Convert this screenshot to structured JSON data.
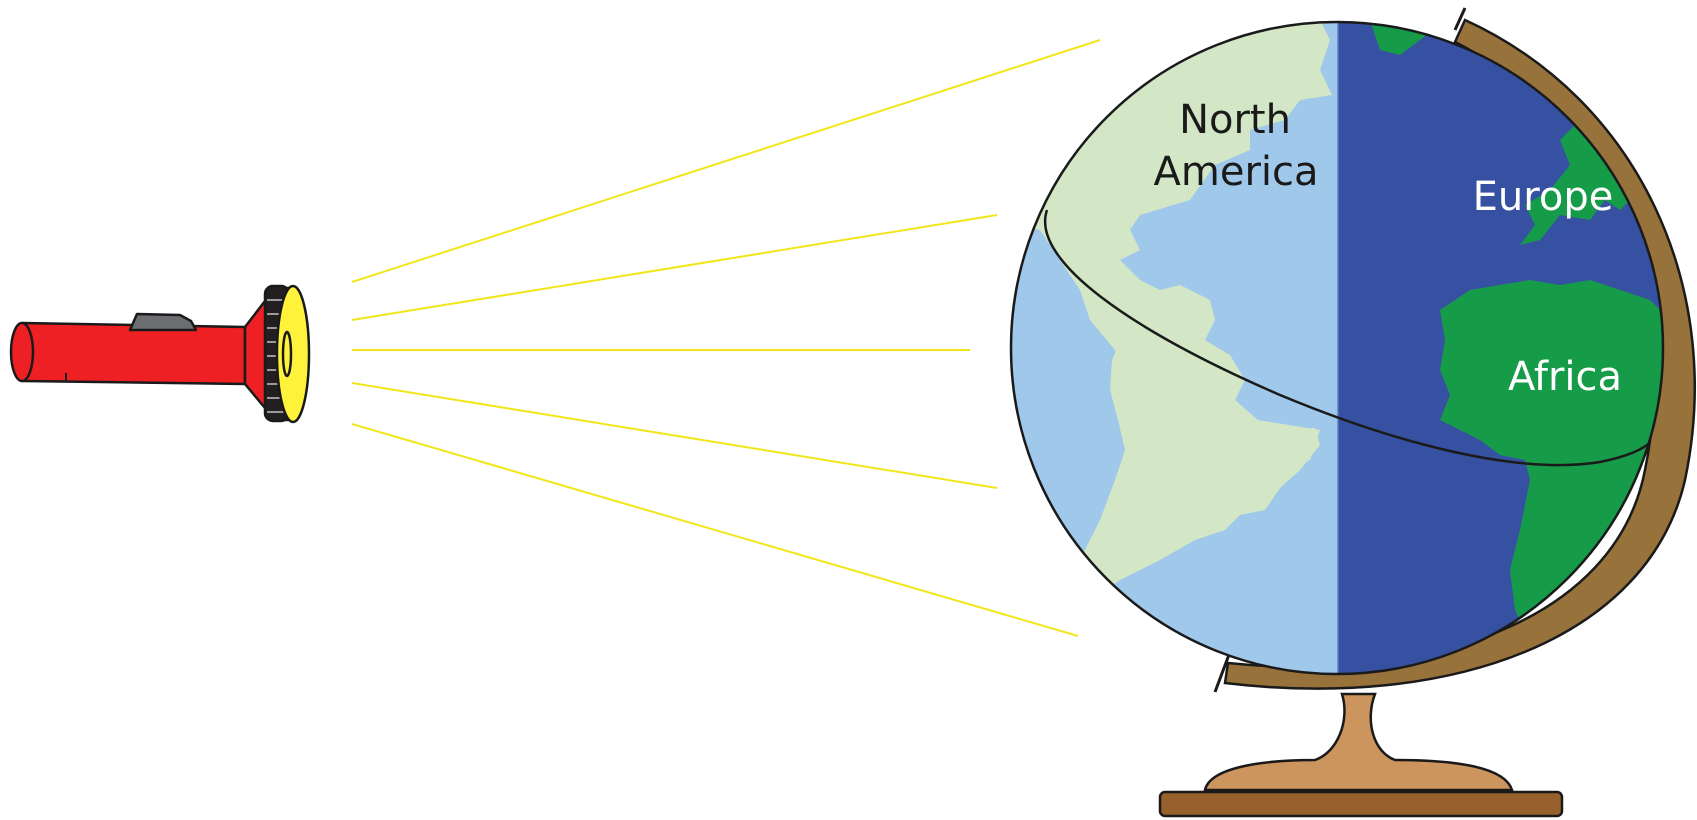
{
  "labels": {
    "north_america_line1": "North",
    "north_america_line2": "America",
    "europe": "Europe",
    "africa": "Africa"
  },
  "colors": {
    "flashlight_body": "#ee2024",
    "flashlight_lens": "#fff23a",
    "flashlight_switch": "#6d6e71",
    "light_ray": "#f2e61a",
    "ocean_lit": "#9fc8ea",
    "land_lit": "#d3e7c6",
    "ocean_dark": "#3751a2",
    "land_dark": "#169b48",
    "globe_meridian": "#97723a",
    "globe_stand": "#cb955d",
    "globe_base": "#97602d"
  }
}
